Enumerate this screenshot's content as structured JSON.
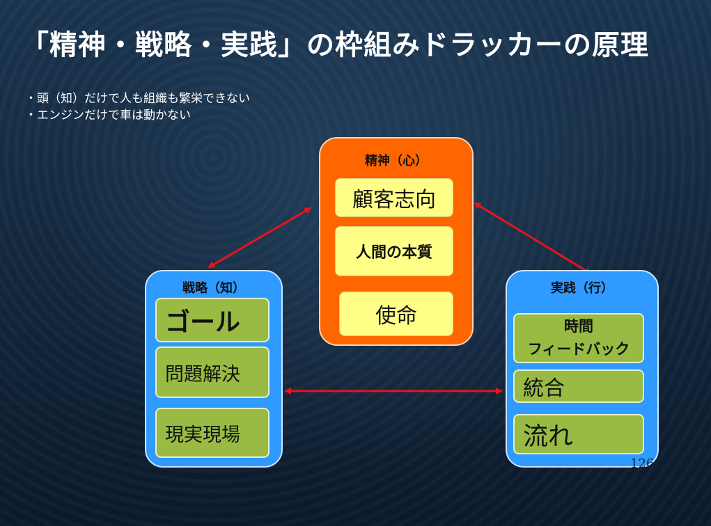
{
  "slide": {
    "title": "「精神・戦略・実践」の枠組みドラッカーの原理",
    "bullets": [
      "・頭（知）だけで人も組織も繁栄できない",
      "・エンジンだけで車は動かない"
    ],
    "page_number": "126"
  },
  "diagram": {
    "spirit": {
      "title": "精神（心）",
      "items": [
        "顧客志向",
        "人間の本質",
        "使命"
      ]
    },
    "strategy": {
      "title": "戦略（知）",
      "items": [
        "ゴール",
        "問題解決",
        "現実現場"
      ]
    },
    "practice": {
      "title": "実践（行）",
      "items": [
        {
          "line1": "時間",
          "line2": "フィードバック"
        },
        "統合",
        "流れ"
      ]
    },
    "connections": [
      {
        "from": "spirit",
        "to": "strategy",
        "type": "double-arrow"
      },
      {
        "from": "spirit",
        "to": "practice",
        "type": "double-arrow"
      },
      {
        "from": "strategy",
        "to": "practice",
        "type": "double-arrow"
      }
    ],
    "colors": {
      "spirit_bg": "#ff6600",
      "spirit_item_bg": "#ffff88",
      "group_bg": "#2f9aff",
      "item_bg": "#99bb44",
      "arrow": "#e8141b"
    }
  }
}
